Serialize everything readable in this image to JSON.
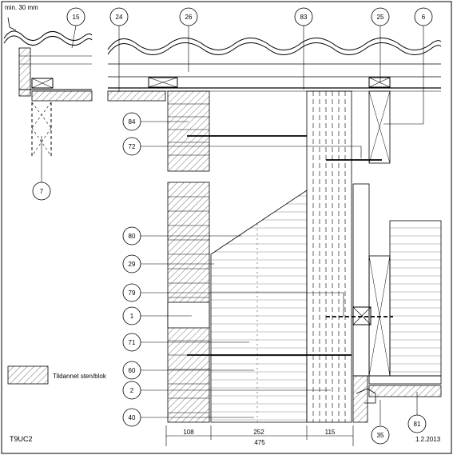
{
  "callouts": [
    {
      "id": "c15",
      "label": "15"
    },
    {
      "id": "c24",
      "label": "24"
    },
    {
      "id": "c26",
      "label": "26"
    },
    {
      "id": "c83",
      "label": "83"
    },
    {
      "id": "c25",
      "label": "25"
    },
    {
      "id": "c6",
      "label": "6"
    },
    {
      "id": "c7",
      "label": "7"
    },
    {
      "id": "c84",
      "label": "84"
    },
    {
      "id": "c72",
      "label": "72"
    },
    {
      "id": "c80",
      "label": "80"
    },
    {
      "id": "c29",
      "label": "29"
    },
    {
      "id": "c79",
      "label": "79"
    },
    {
      "id": "c1",
      "label": "1"
    },
    {
      "id": "c71",
      "label": "71"
    },
    {
      "id": "c60",
      "label": "60"
    },
    {
      "id": "c2",
      "label": "2"
    },
    {
      "id": "c40",
      "label": "40"
    },
    {
      "id": "c35",
      "label": "35"
    },
    {
      "id": "c81",
      "label": "81"
    }
  ],
  "note_min": "min. 30 mm",
  "legend_label": "Tildannet sten/blok",
  "drawing_code": "T9UC2",
  "date": "1.2.2013",
  "dimensions": {
    "d108": "108",
    "d252": "252",
    "d115": "115",
    "d475": "475"
  }
}
